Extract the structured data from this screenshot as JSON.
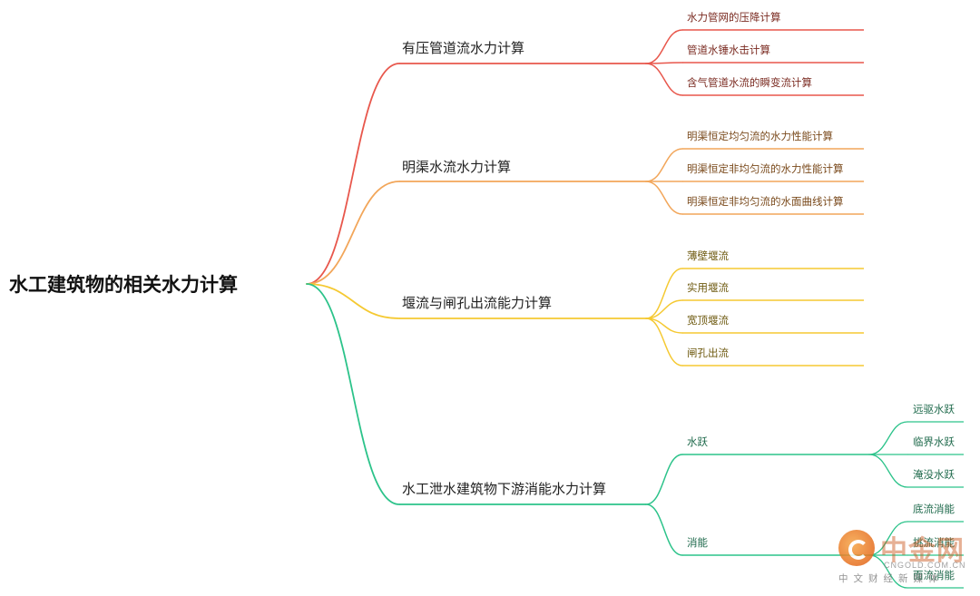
{
  "root": {
    "label": "水工建筑物的相关水力计算"
  },
  "branches": [
    {
      "label": "有压管道流水力计算",
      "color": "#e8574c",
      "text_color": "#7a2a20",
      "children": [
        {
          "label": "水力管网的压降计算"
        },
        {
          "label": "管道水锤水击计算"
        },
        {
          "label": "含气管道水流的瞬变流计算"
        }
      ]
    },
    {
      "label": "明渠水流水力计算",
      "color": "#f2a65a",
      "text_color": "#7a4a1c",
      "children": [
        {
          "label": "明渠恒定均匀流的水力性能计算"
        },
        {
          "label": "明渠恒定非均匀流的水力性能计算"
        },
        {
          "label": "明渠恒定非均匀流的水面曲线计算"
        }
      ]
    },
    {
      "label": "堰流与闸孔出流能力计算",
      "color": "#f5c932",
      "text_color": "#6e5a10",
      "children": [
        {
          "label": "薄壁堰流"
        },
        {
          "label": "实用堰流"
        },
        {
          "label": "宽顶堰流"
        },
        {
          "label": "闸孔出流"
        }
      ]
    },
    {
      "label": "水工泄水建筑物下游消能水力计算",
      "color": "#2cc38a",
      "text_color": "#1f6a4c",
      "children": [
        {
          "label": "水跃",
          "children": [
            {
              "label": "远驱水跃"
            },
            {
              "label": "临界水跃"
            },
            {
              "label": "淹没水跃"
            }
          ]
        },
        {
          "label": "消能",
          "children": [
            {
              "label": "底流消能"
            },
            {
              "label": "挑流消能"
            },
            {
              "label": "面流消能"
            }
          ]
        }
      ]
    }
  ],
  "watermark": {
    "brand": "中金网",
    "domain": "CNGOLD.COM.CN",
    "tagline": "中文财经新媒体"
  }
}
